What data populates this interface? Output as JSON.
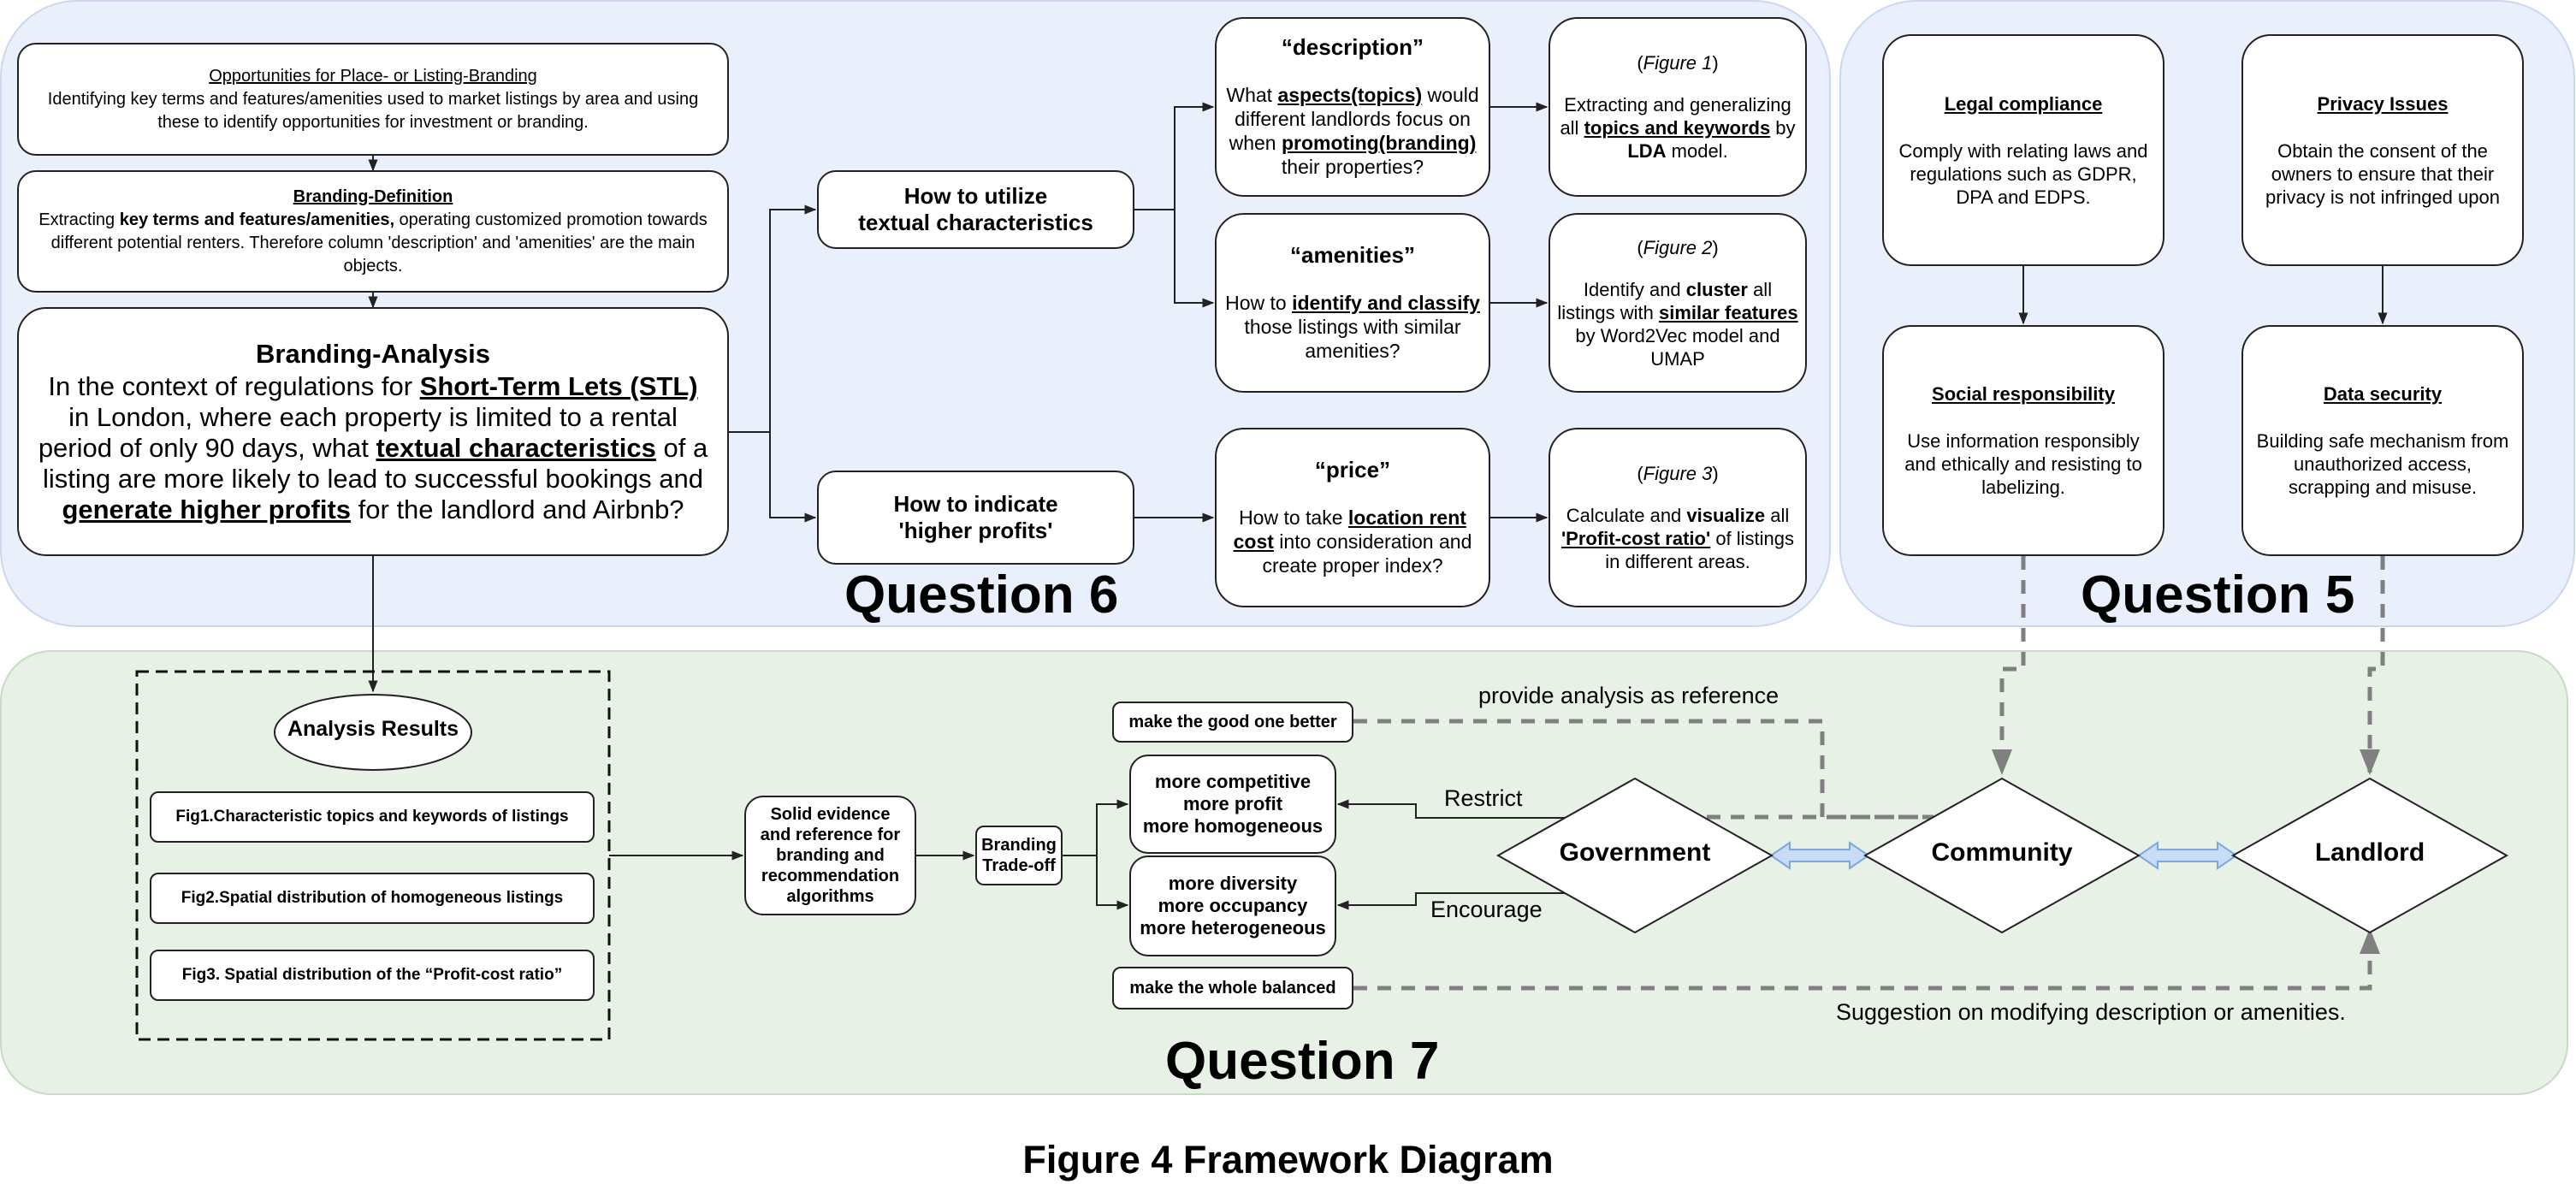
{
  "question6": {
    "label": "Question 6",
    "opportunities": {
      "title": "Opportunities for Place- or Listing-Branding",
      "body": "Identifying key terms and features/amenities used to market listings by area and using these to identify opportunities for investment or branding."
    },
    "definition": {
      "title": "Branding-Definition",
      "pre": "Extracting ",
      "bold": "key terms and features/amenities,",
      "post": " operating customized promotion towards different potential renters. Therefore column 'description' and 'amenities' are the main objects."
    },
    "analysis": {
      "title": "Branding-Analysis",
      "t1": "In the context of regulations for ",
      "b1": "Short-Term Lets (STL)",
      "t2": " in London, where each property is limited to a rental period of only 90 days, what ",
      "b2": "textual characteristics",
      "t3": " of a listing are more likely to lead to successful bookings and ",
      "b3": "generate higher profits",
      "t4": " for the landlord and Airbnb?"
    },
    "utilize": {
      "line1": "How to utilize",
      "line2": "textual characteristics"
    },
    "indicate": {
      "line1": "How to indicate",
      "line2": "'higher profits'"
    },
    "description": {
      "title": "“description”",
      "t1": "What ",
      "b1": "aspects(topics)",
      "t2": " would different landlords focus on when ",
      "b2": "promoting(branding)",
      "t3": " their properties?"
    },
    "amenities": {
      "title": "“amenities”",
      "t1": "How to ",
      "b1": "identify and classify",
      "t2": " those listings with similar amenities?"
    },
    "price": {
      "title": "“price”",
      "t1": "How to take ",
      "b1": "location rent cost",
      "t2": " into consideration and create proper index?"
    },
    "fig1": {
      "label": "Figure 1",
      "t1": "Extracting and generalizing all ",
      "b1": "topics and keywords",
      "t2": " by ",
      "b2": "LDA",
      "t3": " model."
    },
    "fig2": {
      "label": "Figure 2",
      "t1": "Identify and ",
      "b1": "cluster",
      "t2": " all listings with ",
      "b2": "similar features",
      "t3": " by Word2Vec model and UMAP"
    },
    "fig3": {
      "label": "Figure 3",
      "t1": "Calculate and ",
      "b1": "visualize",
      "t2": " all ",
      "b2": "'Profit-cost ratio'",
      "t3": " of listings in different areas."
    }
  },
  "question5": {
    "label": "Question 5",
    "legal": {
      "title": "Legal compliance",
      "body": "Comply with relating laws and regulations such as GDPR, DPA and EDPS."
    },
    "privacy": {
      "title": "Privacy Issues",
      "body": "Obtain the consent of the owners to ensure that their privacy is not infringed upon"
    },
    "social": {
      "title": "Social responsibility",
      "body": "Use information responsibly and ethically and resisting to labelizing."
    },
    "security": {
      "title": "Data security",
      "body": "Building safe mechanism from unauthorized access, scrapping and misuse."
    }
  },
  "question7": {
    "label": "Question 7",
    "results": {
      "title": "Analysis Results",
      "fig1": "Fig1.Characteristic topics and keywords of listings",
      "fig2": "Fig2.Spatial distribution of homogeneous listings",
      "fig3": "Fig3. Spatial distribution of the “Profit-cost ratio”"
    },
    "evidence": "Solid evidence and reference for branding and recommendation algorithms",
    "tradeoff": "Branding Trade-off",
    "better": "make the good one better",
    "balanced": "make the whole balanced",
    "competitive": [
      "more competitive",
      "more profit",
      "more homogeneous"
    ],
    "diversity": [
      "more diversity",
      "more occupancy",
      "more heterogeneous"
    ],
    "government": "Government",
    "community": "Community",
    "landlord": "Landlord",
    "restrict": "Restrict",
    "encourage": "Encourage",
    "provide": "provide analysis as reference",
    "suggestion": "Suggestion on modifying description or amenities."
  },
  "caption": "Figure 4 Framework Diagram",
  "colors": {
    "blue_panel": "#e9f0fb",
    "green_panel": "#e8f1e6",
    "double_arrow": "#c9dcf6",
    "dashed": "#808080"
  }
}
